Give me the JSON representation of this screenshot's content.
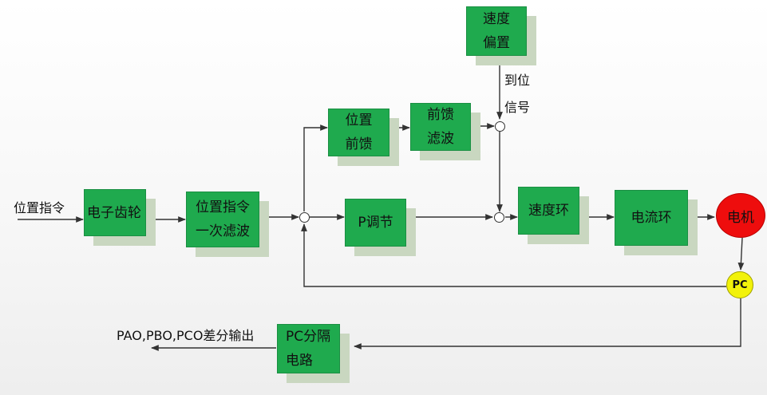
{
  "colors": {
    "block_fill": "#1faa4e",
    "block_shadow": "#c9d7c0",
    "motor_fill": "#ee0d0d",
    "encoder_fill": "#f2f20a",
    "wire": "#333333"
  },
  "input_label": "位置指令",
  "output_label": "PAO,PBO,PCO差分输出",
  "blocks": {
    "gear": [
      "电子齿轮"
    ],
    "cmd_filter": [
      "位置指令",
      "一次滤波"
    ],
    "pos_ff": [
      "位置",
      "前馈"
    ],
    "ff_filter": [
      "前馈",
      "滤波"
    ],
    "speed_bias": [
      "速度",
      "偏置"
    ],
    "p_reg": [
      "P调节"
    ],
    "speed_loop": [
      "速度环"
    ],
    "current_loop": [
      "电流环"
    ],
    "pc_isolation": [
      "PC分隔",
      "电路"
    ]
  },
  "in_position_signal": [
    "到位",
    "信号"
  ],
  "motor_label": "电机",
  "encoder_label": "PC"
}
